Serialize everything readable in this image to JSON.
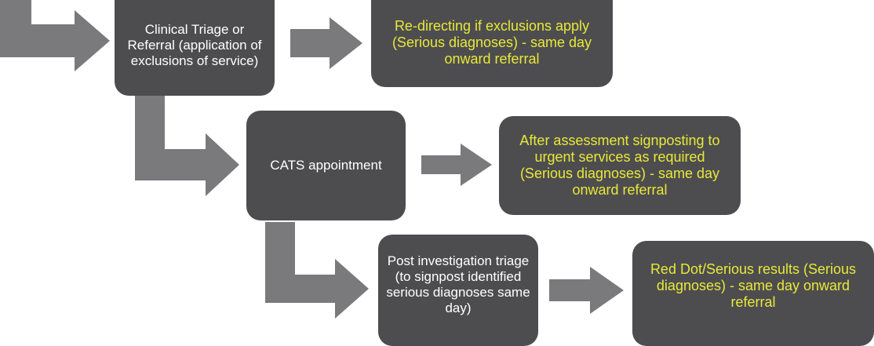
{
  "nodes": {
    "clinical_triage": "Clinical Triage or Referral (application of exclusions of service)",
    "redirecting": "Re-directing if exclusions apply (Serious diagnoses) - same day onward referral",
    "cats_appointment": "CATS appointment",
    "after_assessment": "After assessment signposting to urgent services as required (Serious diagnoses) - same day onward referral",
    "post_investigation": "Post investigation triage (to signpost identified serious diagnoses same day)",
    "red_dot": "Red Dot/Serious results (Serious diagnoses) - same day onward referral"
  },
  "colors": {
    "box": "#4d4d4f",
    "arrow": "#7a7a7c",
    "white_text": "#ffffff",
    "yellow_text": "#e8e83a"
  }
}
